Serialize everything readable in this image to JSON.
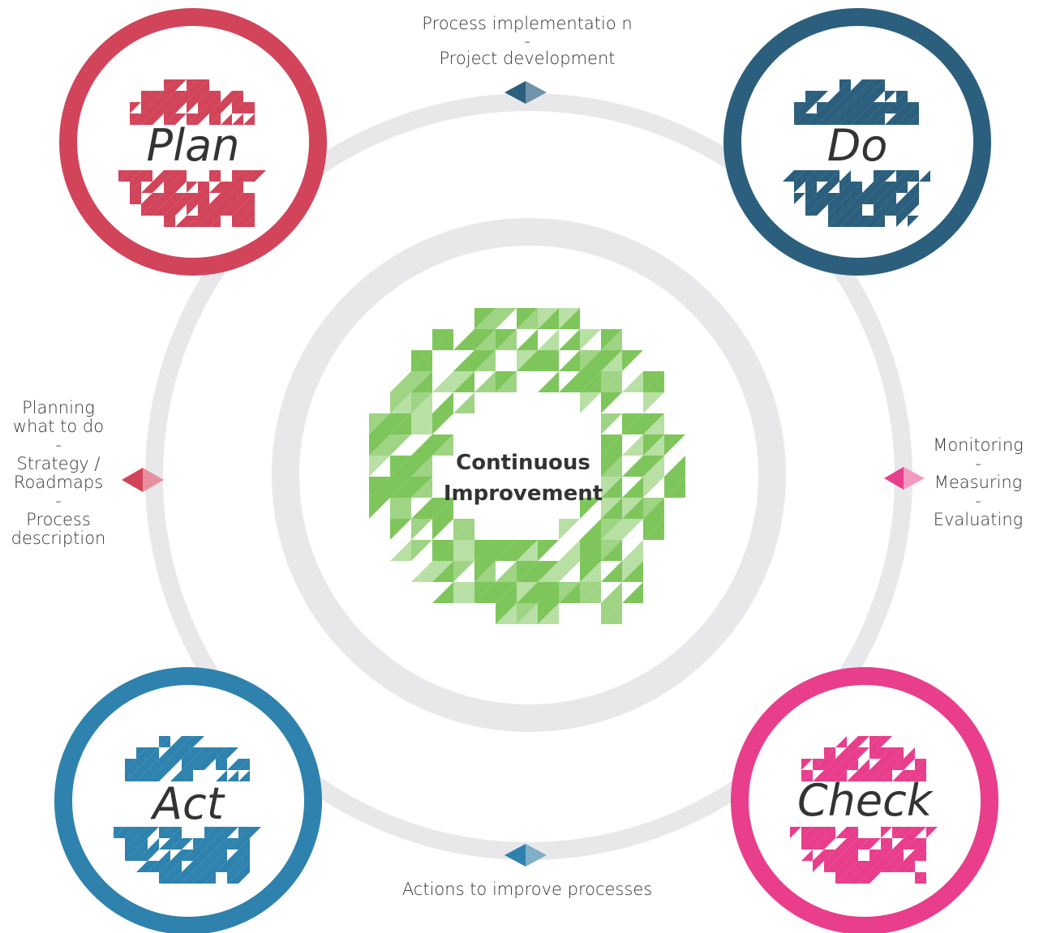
{
  "colors": {
    "plan": "#d1445a",
    "do": "#2b5f7d",
    "check": "#e83e8c",
    "act": "#2e82ad",
    "ring": "#e8e8ea",
    "center_q": "#7ec65b",
    "text": "#333333"
  },
  "center": {
    "line1": "Continuous",
    "line2": "Improvement"
  },
  "stages": [
    {
      "id": "plan",
      "label": "Plan"
    },
    {
      "id": "do",
      "label": "Do"
    },
    {
      "id": "act",
      "label": "Act"
    },
    {
      "id": "check",
      "label": "Check"
    }
  ],
  "notes": {
    "top": [
      "Process implementatio n",
      "-",
      "Project development"
    ],
    "left": [
      "Planning",
      "what to do",
      "-",
      "Strategy /",
      "Roadmaps",
      "-",
      "Process",
      "description"
    ],
    "right": [
      "Monitoring",
      "-",
      "Measuring",
      "-",
      "Evaluating"
    ],
    "bottom": [
      "Actions to improve processes"
    ]
  }
}
